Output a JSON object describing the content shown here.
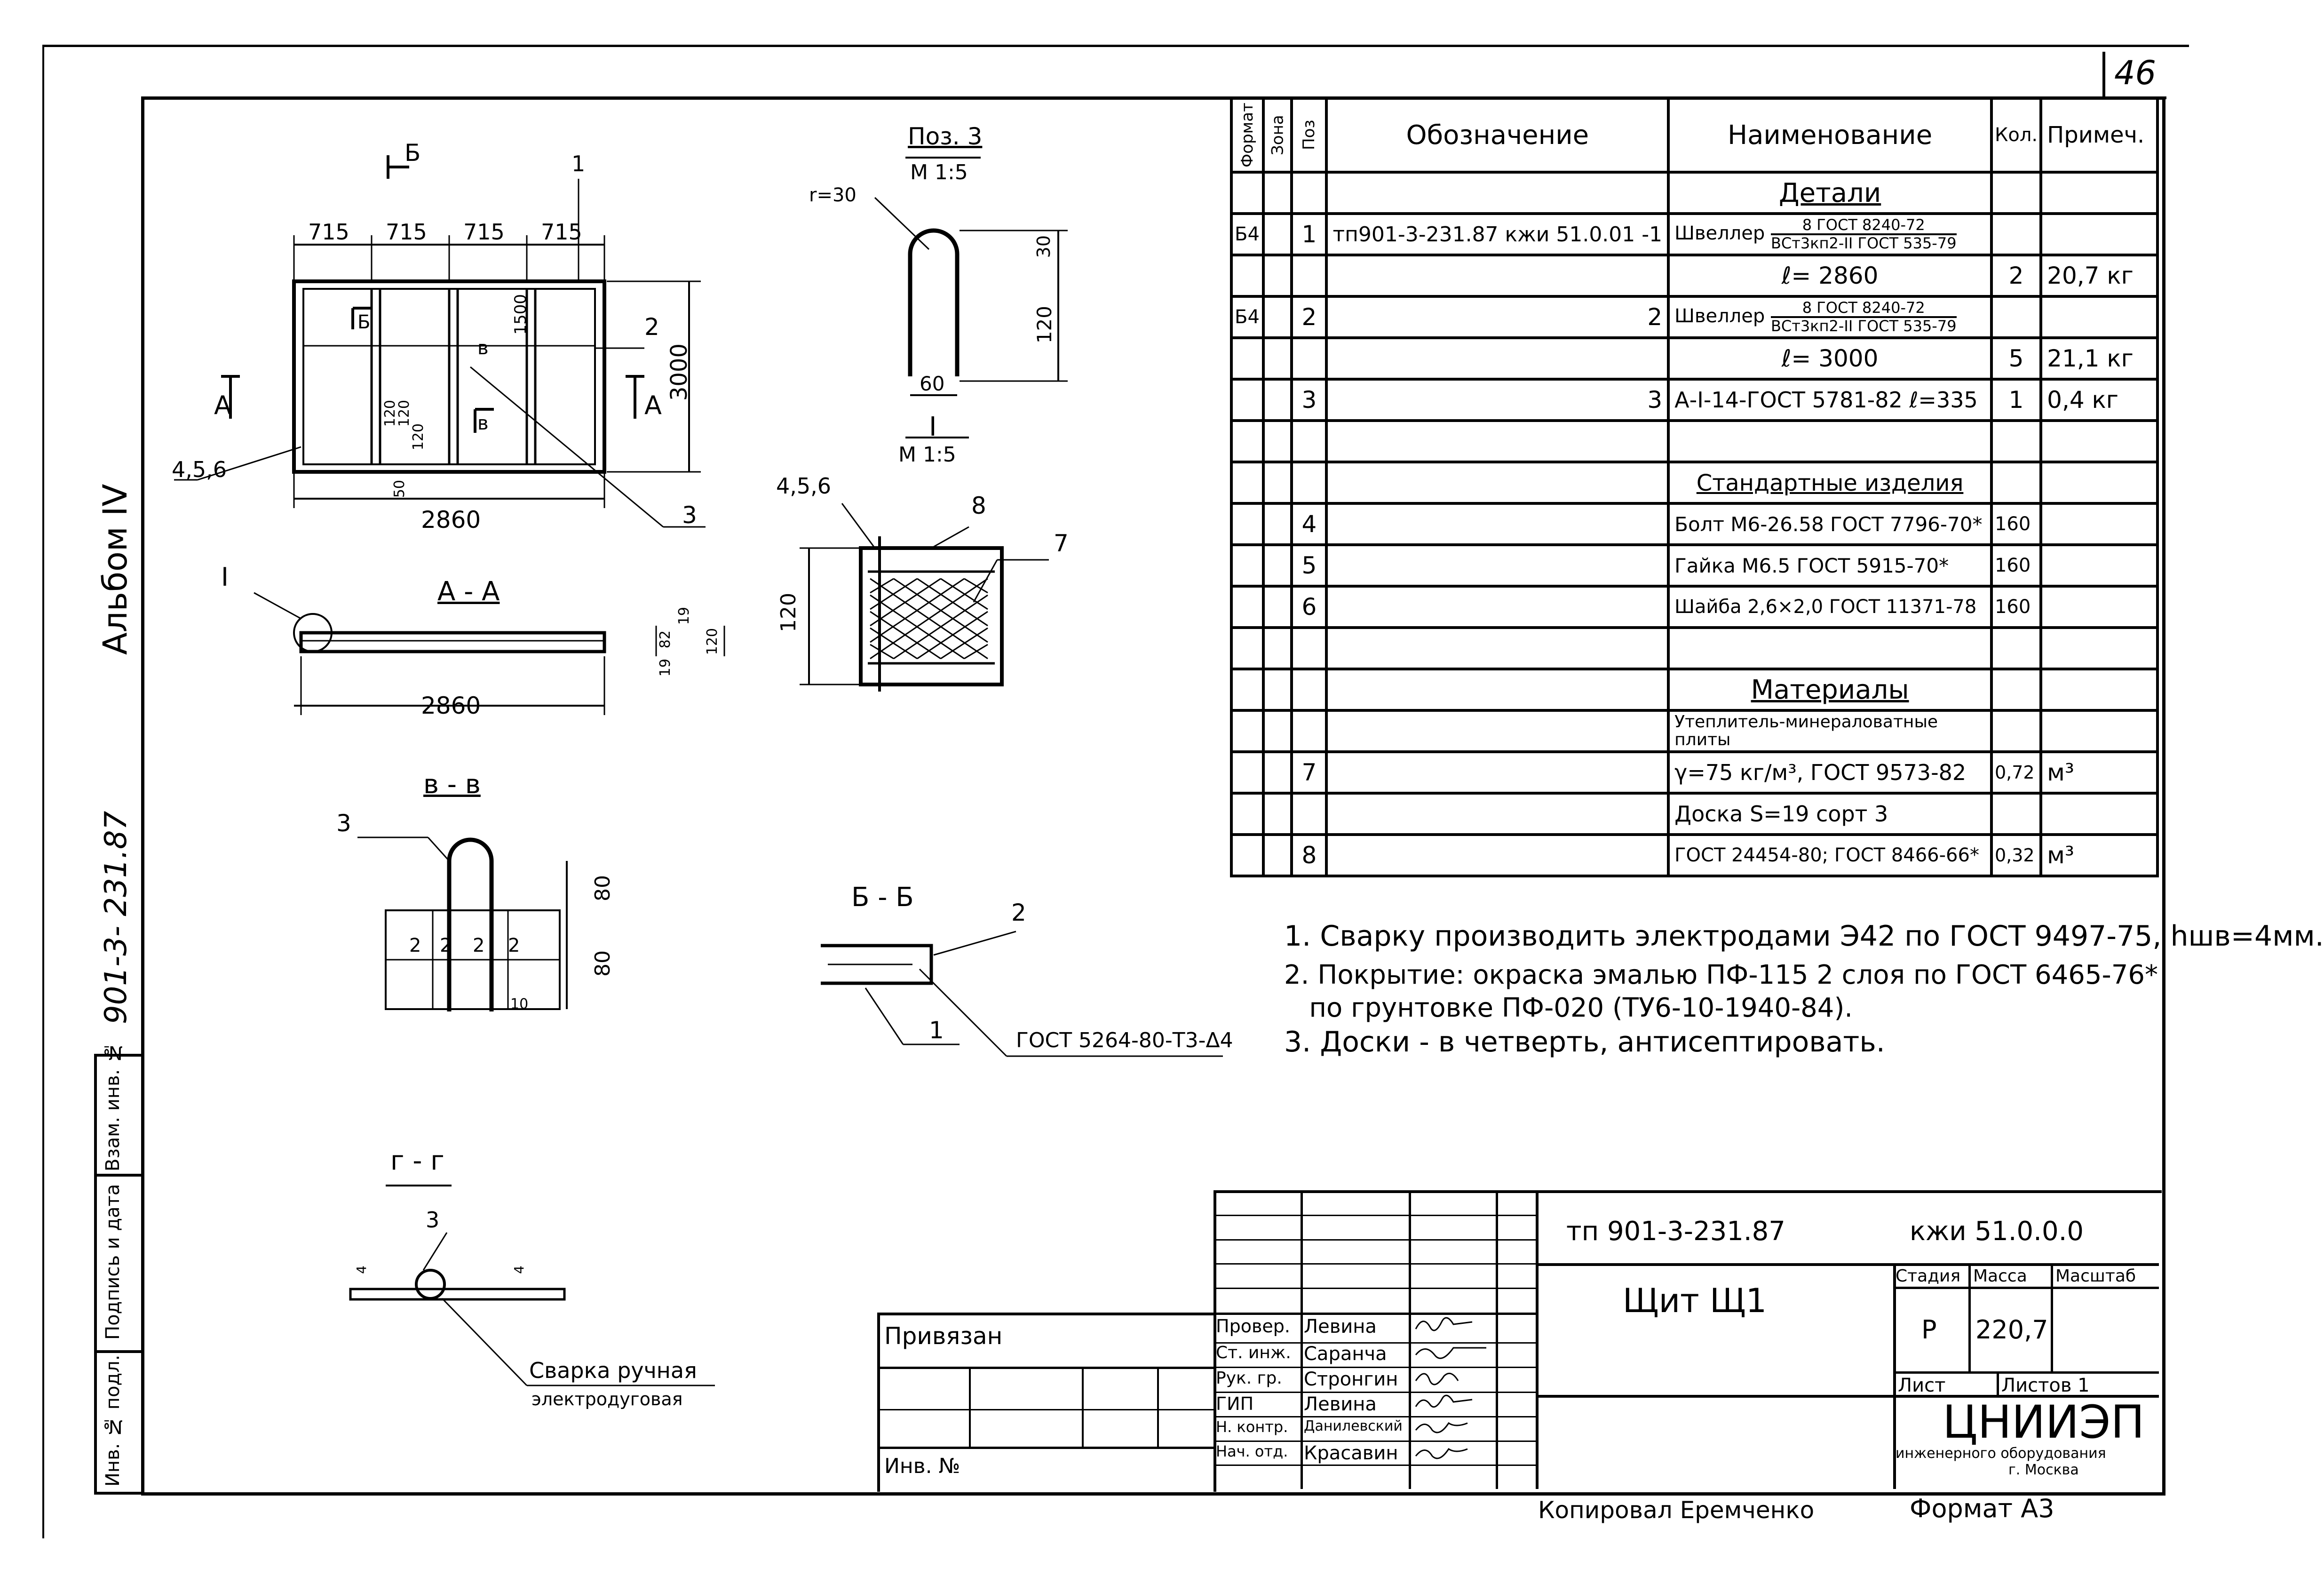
{
  "sheet_number": "46",
  "album": "Альбом IV",
  "side_code": "901-3- 231.87",
  "left_stamp": [
    "Инв. № подл.",
    "Подпись и дата",
    "Взам. инв. №"
  ],
  "spec": {
    "headers": {
      "format": "Формат",
      "zone": "Зона",
      "pos": "Поз",
      "designation": "Обозначение",
      "name": "Наименование",
      "qty": "Кол.",
      "note": "Примеч."
    },
    "section_details": "Детали",
    "section_std": "Стандартные изделия",
    "section_materials": "Материалы",
    "rows": [
      {
        "format": "Б4",
        "pos": "1",
        "designation": "тп901-3-231.87 кжи 51.0.01   -1",
        "name": "Швеллер",
        "name_frac_top": "8 ГОСТ 8240-72",
        "name_frac_bot": "ВСт3кп2-II ГОСТ 535-79",
        "qty": "",
        "note": ""
      },
      {
        "format": "",
        "pos": "",
        "designation": "",
        "name": "ℓ= 2860",
        "qty": "2",
        "note": "20,7 кг"
      },
      {
        "format": "Б4",
        "pos": "2",
        "designation": "2",
        "name": "Швеллер",
        "name_frac_top": "8 ГОСТ 8240-72",
        "name_frac_bot": "ВСт3кп2-II ГОСТ 535-79",
        "qty": "",
        "note": ""
      },
      {
        "format": "",
        "pos": "",
        "designation": "",
        "name": "ℓ= 3000",
        "qty": "5",
        "note": "21,1 кг"
      },
      {
        "format": "",
        "pos": "3",
        "designation": "3",
        "name": "А-I-14-ГОСТ 5781-82  ℓ=335",
        "qty": "1",
        "note": "0,4 кг"
      },
      {
        "format": "",
        "pos": "4",
        "designation": "",
        "name": "Болт М6-26.58 ГОСТ 7796-70*",
        "qty": "160",
        "note": ""
      },
      {
        "format": "",
        "pos": "5",
        "designation": "",
        "name": "Гайка М6.5 ГОСТ 5915-70*",
        "qty": "160",
        "note": ""
      },
      {
        "format": "",
        "pos": "6",
        "designation": "",
        "name": "Шайба 2,6×2,0 ГОСТ 11371-78",
        "qty": "160",
        "note": ""
      },
      {
        "format": "",
        "pos": "",
        "designation": "",
        "name": "Утеплитель-минераловатные плиты",
        "qty": "",
        "note": ""
      },
      {
        "format": "",
        "pos": "7",
        "designation": "",
        "name": "γ=75 кг/м³, ГОСТ 9573-82",
        "qty": "0,72",
        "note": "м³"
      },
      {
        "format": "",
        "pos": "",
        "designation": "",
        "name": "Доска  S=19  сорт 3",
        "qty": "",
        "note": ""
      },
      {
        "format": "",
        "pos": "8",
        "designation": "",
        "name": "ГОСТ 24454-80; ГОСТ 8466-66*",
        "qty": "0,32",
        "note": "м³"
      }
    ]
  },
  "notes": [
    "1. Сварку производить электродами Э42 по ГОСТ 9497-75, hшв=4мм.",
    "2. Покрытие: окраска  эмалью ПФ-115 2 слоя по ГОСТ 6465-76*",
    "   по грунтовке ПФ-020 (ТУ6-10-1940-84).",
    "3. Доски - в четверть, антисептировать."
  ],
  "views": {
    "plan_dims_top": [
      "715",
      "715",
      "715",
      "715"
    ],
    "plan_width": "2860",
    "plan_height": "3000",
    "plan_small": [
      "1500",
      "120",
      "120",
      "120",
      "50"
    ],
    "leader_labels": [
      "1",
      "2",
      "3",
      "4,5,6",
      "А",
      "А",
      "Б",
      "Б",
      "в",
      "в",
      "I"
    ],
    "section_aa": "А - А",
    "section_aa_width": "2860",
    "section_aa_dims": [
      "19",
      "82",
      "19",
      "120"
    ],
    "pos3_title": "Поз. 3",
    "pos3_scale": "М 1:5",
    "pos3_dims": [
      "r=30",
      "30",
      "120",
      "60"
    ],
    "detail1_title": "I",
    "detail1_scale": "М 1:5",
    "detail1_dims": [
      "4,5,6",
      "8",
      "7",
      "120"
    ],
    "section_vv": "в - в",
    "section_vv_dims": [
      "3",
      "80",
      "80",
      "10",
      "2",
      "2",
      "2",
      "2"
    ],
    "section_bb": "Б - Б",
    "section_bb_labels": [
      "2",
      "1"
    ],
    "weld_callout": "ГОСТ 5264-80-Т3-Δ4",
    "section_gg": "г - г",
    "section_gg_labels": [
      "3",
      "4",
      "4"
    ],
    "weld_note_1": "Сварка ручная",
    "weld_note_2": "электродуговая"
  },
  "title_block": {
    "code_left": "тп 901-3-231.87",
    "code_right": "кжи 51.0.0.0",
    "title": "Щит Щ1",
    "stage_label": "Стадия",
    "mass_label": "Масса",
    "scale_label": "Масштаб",
    "stage": "Р",
    "mass": "220,7",
    "sheet_label": "Лист",
    "sheets_label": "Листов 1",
    "org": "ЦНИИЭП",
    "org_sub": "инженерного оборудования",
    "org_city": "г. Москва",
    "privyazan": "Привязан",
    "inv": "Инв. №",
    "roles": [
      {
        "role": "Провер.",
        "name": "Левина"
      },
      {
        "role": "Ст. инж.",
        "name": "Саранча"
      },
      {
        "role": "Рук. гр.",
        "name": "Стронгин"
      },
      {
        "role": "ГИП",
        "name": "Левина"
      },
      {
        "role": "Н. контр.",
        "name": "Данилевский"
      },
      {
        "role": "Нач. отд.",
        "name": "Красавин"
      }
    ],
    "copied": "Копировал  Еремченко",
    "format": "Формат А3"
  }
}
